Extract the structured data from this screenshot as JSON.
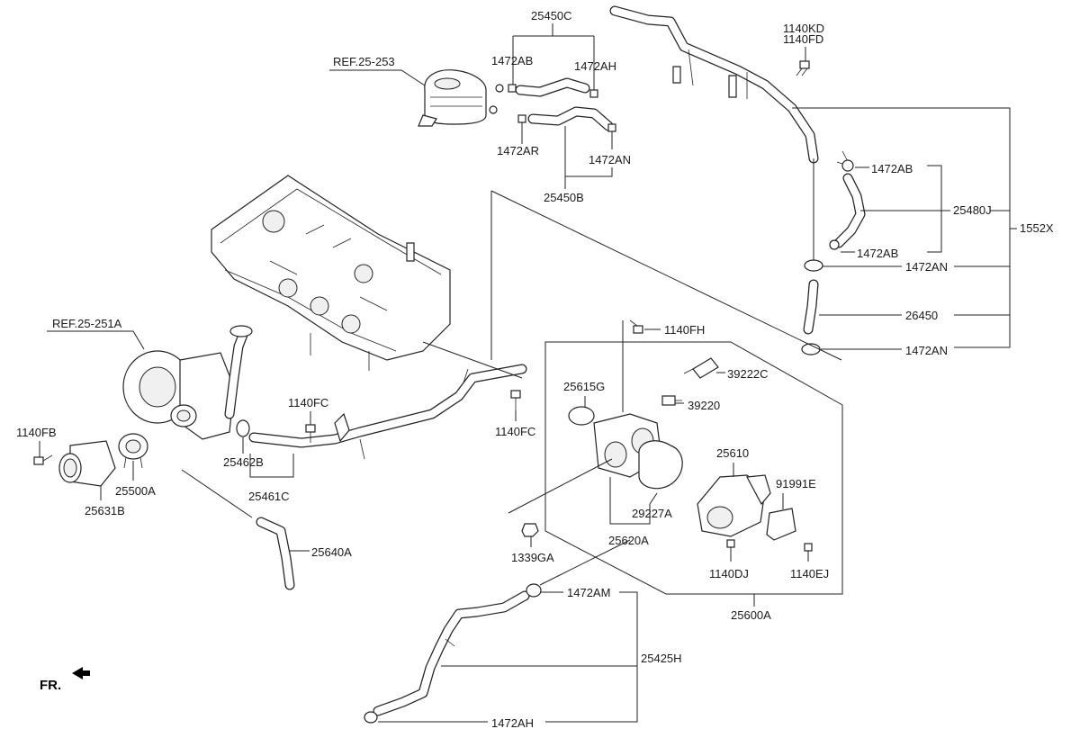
{
  "diagram": {
    "orientation_mark": "FR.",
    "references": {
      "ref_25_253": "REF.25-253",
      "ref_25_251a": "REF.25-251A"
    },
    "labels": {
      "l_25450C": "25450C",
      "l_1472AB_top": "1472AB",
      "l_1472AH_top": "1472AH",
      "l_1472AR": "1472AR",
      "l_1472AN_top": "1472AN",
      "l_25450B": "25450B",
      "l_1140KD": "1140KD",
      "l_1140FD": "1140FD",
      "l_1472AB_r1": "1472AB",
      "l_25480J": "25480J",
      "l_1472AB_r2": "1472AB",
      "l_1552X": "1552X",
      "l_1472AN_r1": "1472AN",
      "l_26450": "26450",
      "l_1472AN_r2": "1472AN",
      "l_1140FH": "1140FH",
      "l_39222C": "39222C",
      "l_39220": "39220",
      "l_25615G": "25615G",
      "l_1140FC_a": "1140FC",
      "l_1140FC_b": "1140FC",
      "l_1140FB": "1140FB",
      "l_25462B": "25462B",
      "l_25461C": "25461C",
      "l_25500A": "25500A",
      "l_25631B": "25631B",
      "l_25640A": "25640A",
      "l_25610": "25610",
      "l_91991E": "91991E",
      "l_29227A": "29227A",
      "l_25620A": "25620A",
      "l_1339GA": "1339GA",
      "l_1140DJ": "1140DJ",
      "l_1140EJ": "1140EJ",
      "l_25600A": "25600A",
      "l_1472AM": "1472AM",
      "l_25425H": "25425H",
      "l_1472AH_bot": "1472AH"
    }
  }
}
